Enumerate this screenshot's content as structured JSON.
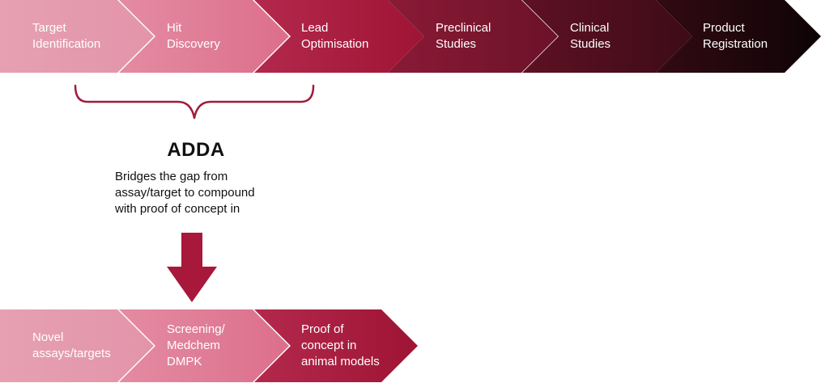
{
  "top_stages": [
    {
      "label": "Target\nIdentification",
      "color": "#e8a2b4"
    },
    {
      "label": "Hit\nDiscovery",
      "color": "#df7590"
    },
    {
      "label": "Lead\nOptimisation",
      "color": "#a8183a"
    },
    {
      "label": "Preclinical\nStudies",
      "color": "#7a1530"
    },
    {
      "label": "Clinical\nStudies",
      "color": "#4a0e1d"
    },
    {
      "label": "Product\nRegistration",
      "color": "#1e0a0e"
    }
  ],
  "adda": {
    "title": "ADDA",
    "description": "Bridges the gap from\nassay/target to compound\nwith proof of concept in"
  },
  "bottom_stages": [
    {
      "label": "Novel\nassays/targets",
      "color": "#e8a2b4"
    },
    {
      "label": "Screening/\nMedchem\nDMPK",
      "color": "#df7590"
    },
    {
      "label": "Proof of\nconcept in\nanimal models",
      "color": "#a8183a"
    }
  ],
  "colors": {
    "brace": "#a01c3c",
    "arrow": "#a8183a"
  }
}
